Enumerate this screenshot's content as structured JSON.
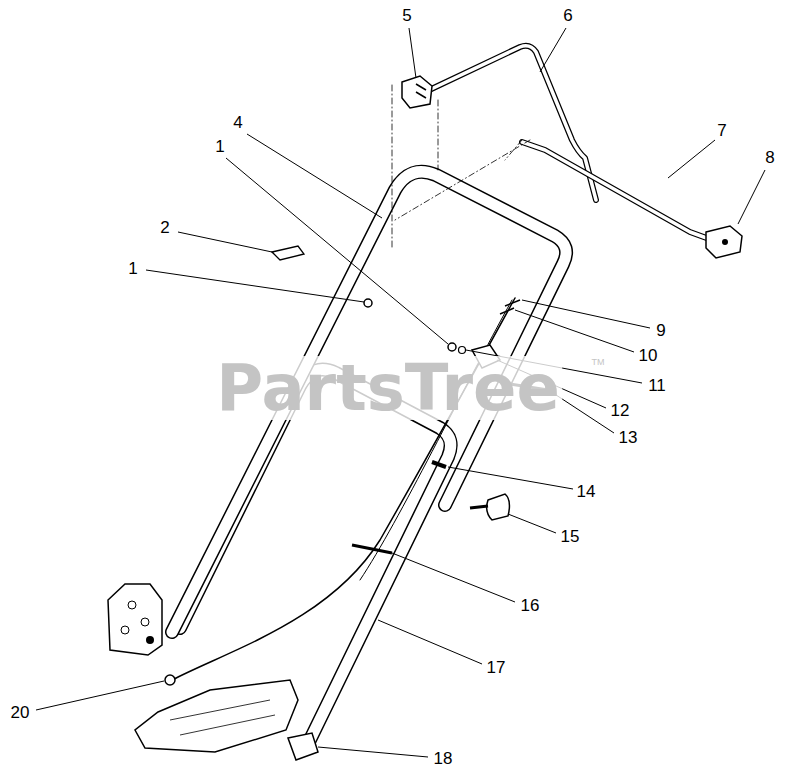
{
  "diagram": {
    "labels": [
      "5",
      "6",
      "4",
      "1",
      "7",
      "8",
      "2",
      "1",
      "9",
      "10",
      "PartsTree",
      "TM",
      "11",
      "12",
      "13",
      "14",
      "15",
      "16",
      "17",
      "20",
      "18"
    ]
  }
}
